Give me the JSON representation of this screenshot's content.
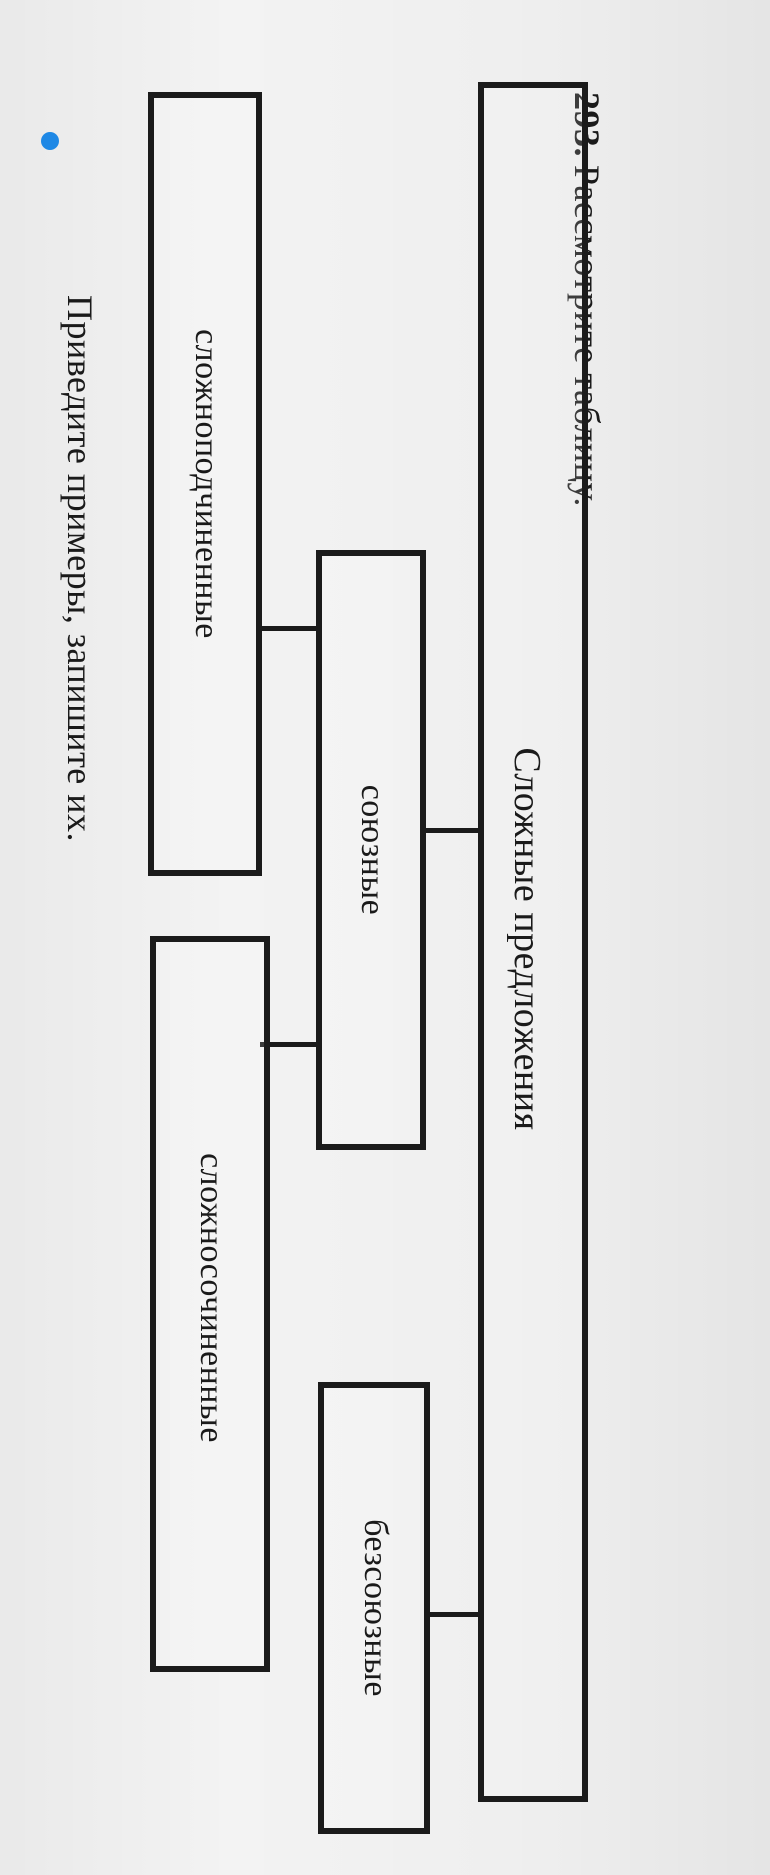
{
  "exercise": {
    "number": "293.",
    "instruction": "Рассмотрите таблицу."
  },
  "diagram": {
    "root": "Сложные предложения",
    "level1": {
      "union": "союзные",
      "nonunion": "безсоюзные"
    },
    "level2": {
      "subordinate": "сложноподчиненные",
      "coordinate": "сложносочиненные"
    }
  },
  "task": {
    "text": "Приведите примеры, запишите их."
  },
  "colors": {
    "bullet": "#1e88e5",
    "lines": "#1b1b1b"
  }
}
